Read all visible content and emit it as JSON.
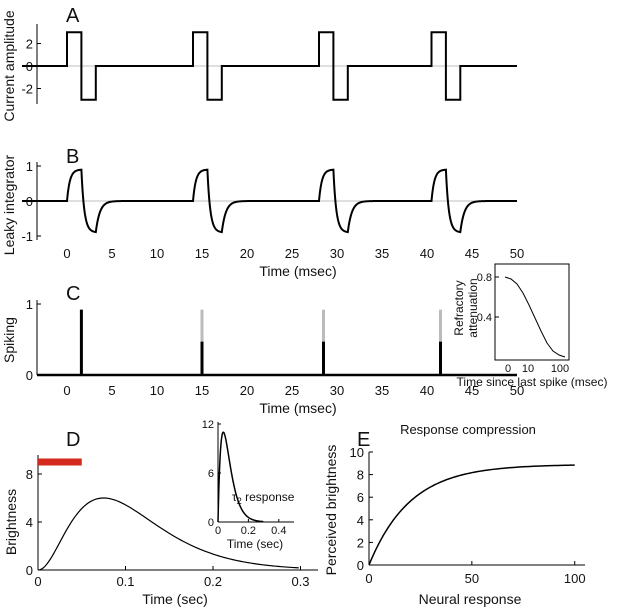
{
  "chart_data": [
    {
      "panel": "A",
      "type": "line",
      "ylabel": "Current amplitude",
      "xlim": [
        -5,
        50
      ],
      "ylim": [
        -4,
        4
      ],
      "yticks": [
        -2,
        0,
        2
      ],
      "series": [
        {
          "x": [
            -5,
            0,
            0,
            1.6,
            1.6,
            3.2,
            3.2,
            14,
            14,
            15.6,
            15.6,
            17.2,
            17.2,
            28,
            28,
            29.6,
            29.6,
            31.2,
            31.2,
            40.5,
            40.5,
            42.1,
            42.1,
            43.7,
            43.7,
            50
          ],
          "y": [
            0,
            0,
            3,
            3,
            -3,
            -3,
            0,
            0,
            3,
            3,
            -3,
            -3,
            0,
            0,
            3,
            3,
            -3,
            -3,
            0,
            0,
            3,
            3,
            -3,
            -3,
            0,
            0
          ]
        }
      ]
    },
    {
      "panel": "B",
      "type": "line",
      "ylabel": "Leaky integrator",
      "xlabel": "Time (msec)",
      "xlim": [
        -5,
        50
      ],
      "ylim": [
        -1,
        1
      ],
      "xticks": [
        0,
        5,
        10,
        15,
        20,
        25,
        30,
        35,
        40,
        45,
        50
      ],
      "yticks": [
        -1,
        0,
        1
      ],
      "pulse_onsets": [
        0,
        14,
        28,
        40.5
      ],
      "pulse_width": 1.6,
      "peak": 0.9
    },
    {
      "panel": "C",
      "type": "bar",
      "ylabel": "Spiking",
      "xlabel": "Time (msec)",
      "xlim": [
        -5,
        50
      ],
      "ylim": [
        0,
        1
      ],
      "xticks": [
        0,
        5,
        10,
        15,
        20,
        25,
        30,
        35,
        40,
        45,
        50
      ],
      "yticks": [
        0,
        1
      ],
      "spikes": [
        {
          "x": 1.6,
          "unattenuated": 0.92,
          "attenuated": 0.92
        },
        {
          "x": 15.0,
          "unattenuated": 0.92,
          "attenuated": 0.47
        },
        {
          "x": 28.5,
          "unattenuated": 0.92,
          "attenuated": 0.47
        },
        {
          "x": 41.5,
          "unattenuated": 0.92,
          "attenuated": 0.47
        }
      ],
      "inset": {
        "type": "line",
        "ylabel_lines": [
          "Refractory",
          "attenuation"
        ],
        "xlabel": "Time since last spike (msec)",
        "xtick_labels": [
          "0",
          "10",
          "100"
        ],
        "yticks": [
          0.4,
          0.8
        ],
        "ylim": [
          0,
          0.9
        ],
        "x": [
          0,
          0.5,
          1,
          1.5,
          2,
          2.5,
          3,
          3.5,
          4,
          4.5,
          5
        ],
        "y": [
          0.8,
          0.78,
          0.73,
          0.64,
          0.52,
          0.39,
          0.26,
          0.14,
          0.06,
          0.02,
          0
        ]
      }
    },
    {
      "panel": "D",
      "type": "line",
      "ylabel": "Brightness",
      "xlabel": "Time (sec)",
      "xlim": [
        0,
        0.32
      ],
      "ylim": [
        0,
        10
      ],
      "xticks": [
        0,
        0.1,
        0.2,
        0.3
      ],
      "yticks": [
        0,
        4,
        8
      ],
      "stimulus_bar": {
        "x": [
          0,
          0.05
        ],
        "y": 9,
        "color": "#d42a1e"
      },
      "gamma_shape": 3.2,
      "peak_time": 0.075,
      "peak_value": 6,
      "inset": {
        "type": "line",
        "label": "τ2 response",
        "xlabel": "Time (sec)",
        "xlim": [
          0,
          0.5
        ],
        "ylim": [
          0,
          12
        ],
        "xticks": [
          0,
          0.2,
          0.4
        ],
        "yticks": [
          0,
          6,
          12
        ],
        "peak_time": 0.035,
        "peak_value": 11,
        "shape": 2
      }
    },
    {
      "panel": "E",
      "type": "line",
      "title": "Response compression",
      "xlabel": "Neural response",
      "ylabel": "Perceived brightness",
      "xlim": [
        0,
        105
      ],
      "ylim": [
        0,
        10
      ],
      "xticks": [
        0,
        50,
        100
      ],
      "yticks": [
        0,
        2,
        4,
        6,
        8,
        10
      ],
      "saturation": 8.9,
      "scale": 20
    }
  ],
  "labels": {
    "A": "A",
    "B": "B",
    "C": "C",
    "D": "D",
    "E": "E",
    "inset_tau_sub": "2",
    "inset_tau_rest": " response"
  }
}
